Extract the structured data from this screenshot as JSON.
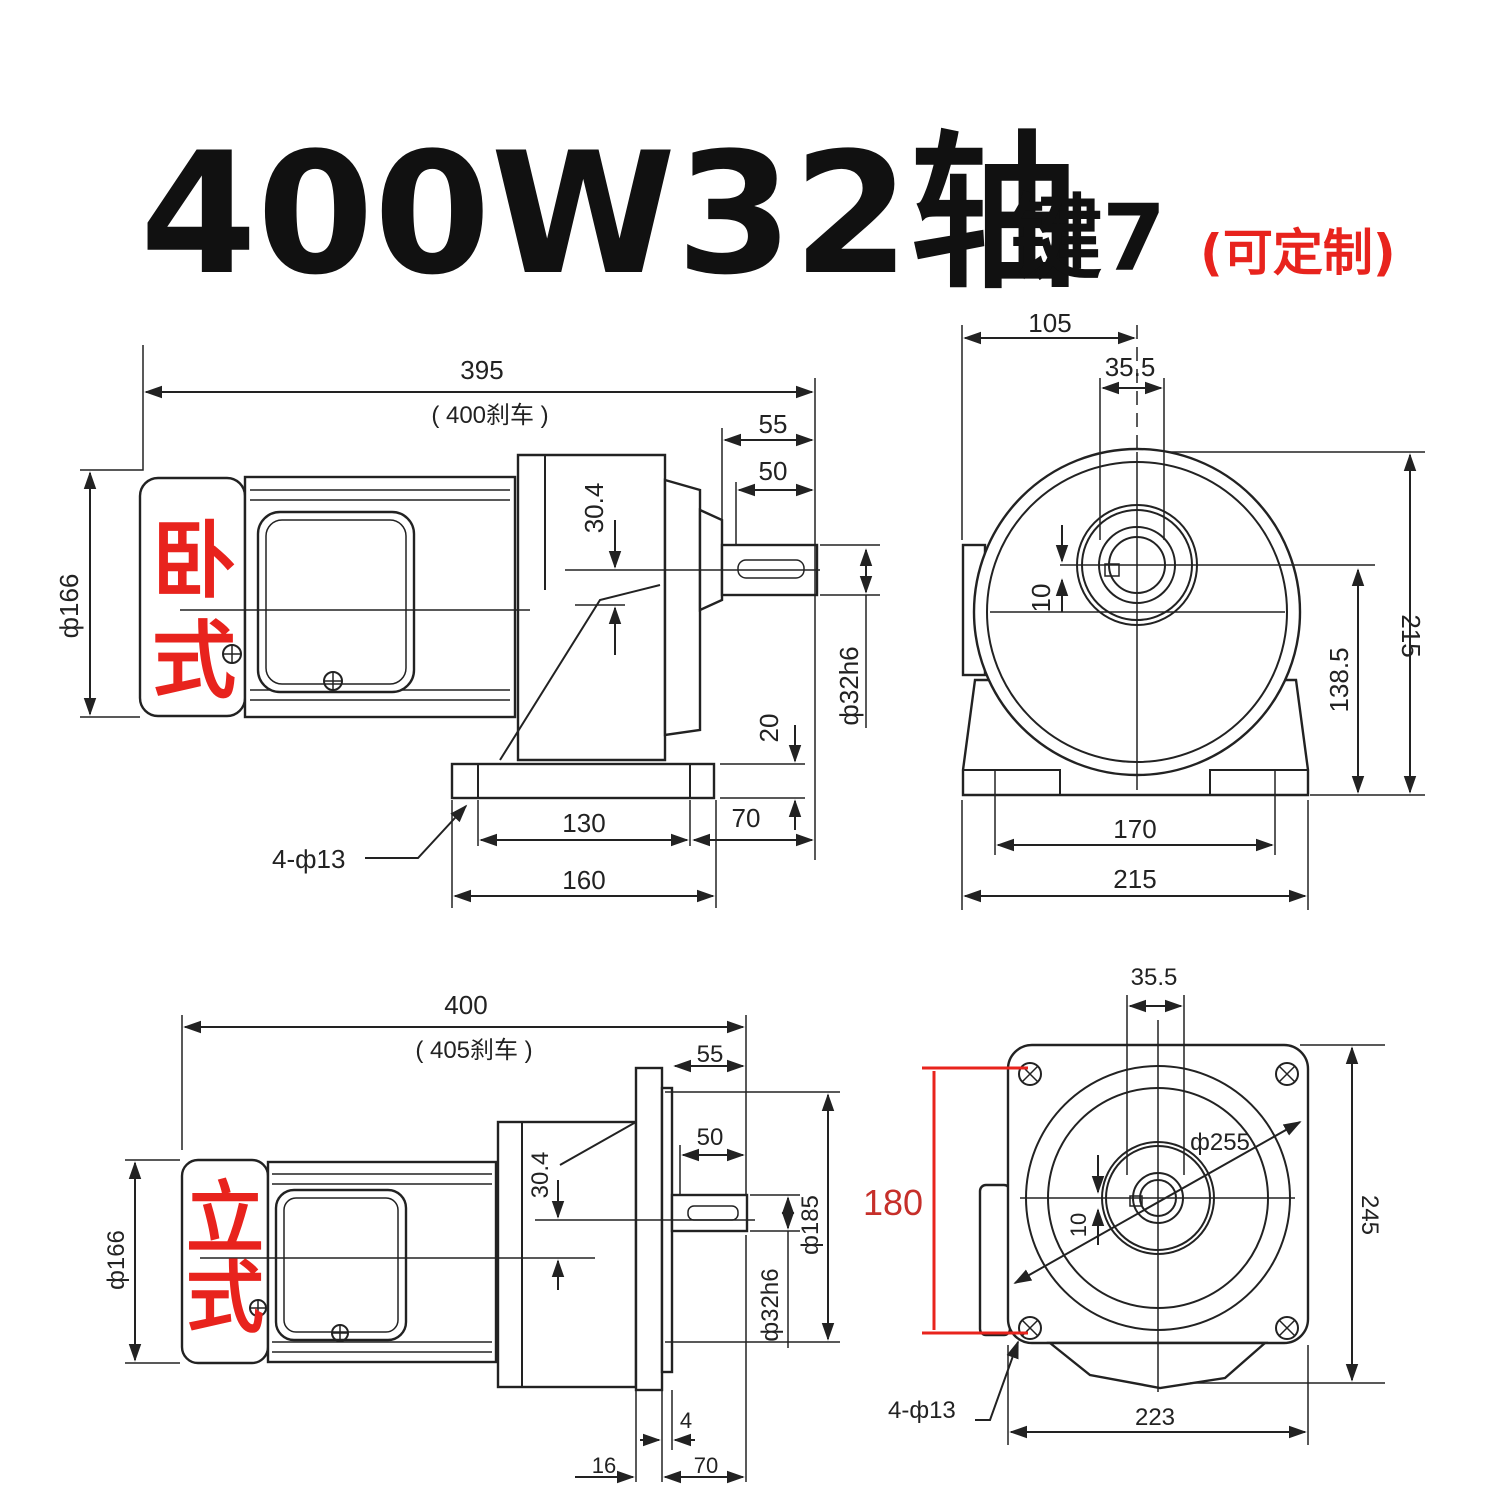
{
  "title": {
    "main": "400W32轴",
    "key": "键7",
    "custom_note": "(可定制)"
  },
  "colors": {
    "accent": "#e8231d",
    "line": "#222222",
    "background": "#ffffff"
  },
  "horizontal_view": {
    "label_line1": "卧",
    "label_line2": "式",
    "dims": {
      "overall_length": "395",
      "brake_length": "( 400刹车 )",
      "shaft_55": "55",
      "shaft_50": "50",
      "key_height": "30.4",
      "motor_dia": "ф166",
      "shaft_dia": "ф32h6",
      "foot_height": "20",
      "foot_edge": "70",
      "hole_pitch": "130",
      "base_length": "160",
      "mount_holes": "4-ф13"
    }
  },
  "horizontal_front_view": {
    "dims": {
      "width_105": "105",
      "key_35_5": "35.5",
      "key_width": "10",
      "center_height": "138.5",
      "overall_height": "215",
      "hole_spacing": "170",
      "base_width": "215"
    }
  },
  "vertical_view": {
    "label_line1": "立",
    "label_line2": "式",
    "dims": {
      "overall_length": "400",
      "brake_length": "( 405刹车 )",
      "shaft_55": "55",
      "shaft_50": "50",
      "key_height": "30.4",
      "motor_dia": "ф166",
      "flange_dia": "ф185",
      "shaft_dia": "ф32h6",
      "spigot_4": "4",
      "flange_16": "16",
      "shaft_70": "70"
    }
  },
  "vertical_front_view": {
    "dims": {
      "key_35_5": "35.5",
      "pcd": "ф255",
      "key_width": "10",
      "highlight_180": "180",
      "flange_height": "245",
      "flange_width": "223",
      "mount_holes": "4-ф13"
    }
  }
}
